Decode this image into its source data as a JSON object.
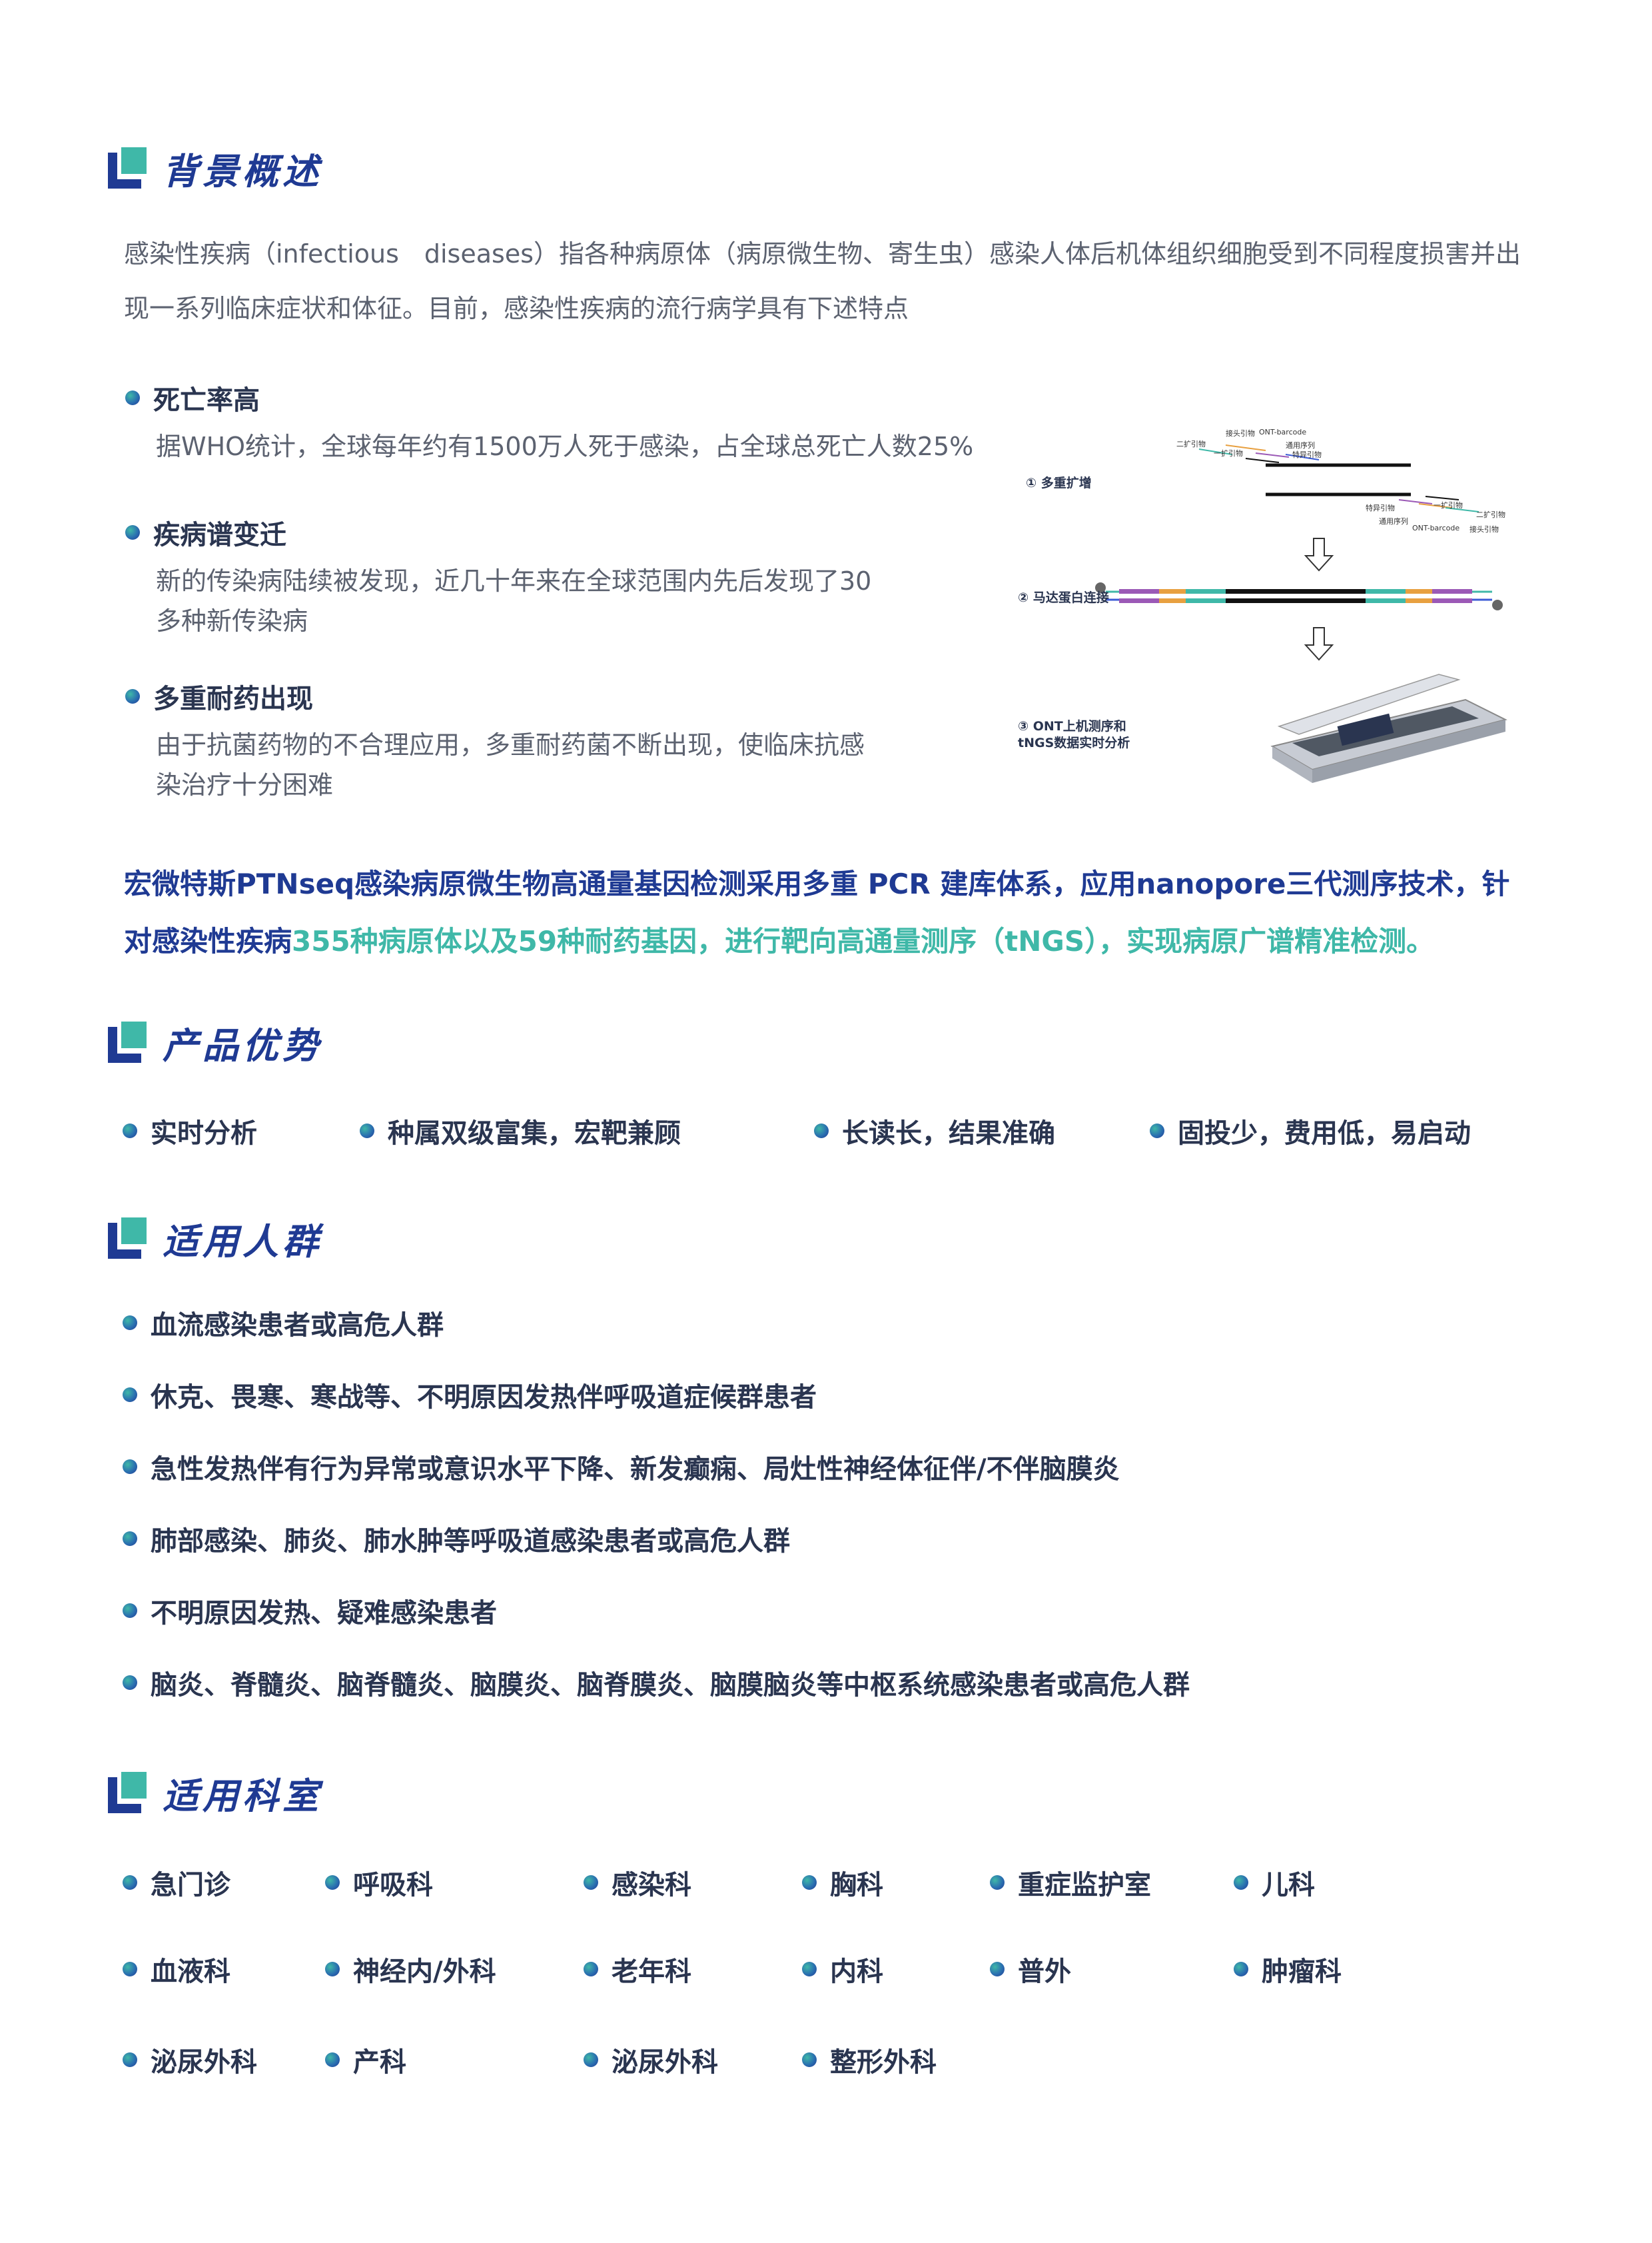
{
  "sections": {
    "background": {
      "title": "背景概述"
    },
    "advantages": {
      "title": "产品优势"
    },
    "population": {
      "title": "适用人群"
    },
    "departments": {
      "title": "适用科室"
    }
  },
  "intro": {
    "line1": "感染性疾病（infectious　diseases）指各种病原体（病原微生物、寄生虫）感染人体后机体组织细胞受到不同程度损害并出",
    "line2": "现一系列临床症状和体征。目前，感染性疾病的流行病学具有下述特点"
  },
  "features": [
    {
      "title": "死亡率高",
      "desc_lines": [
        "据WHO统计，全球每年约有1500万人死于感染，占全球总死亡人数25%"
      ]
    },
    {
      "title": "疾病谱变迁",
      "desc_lines": [
        "新的传染病陆续被发现，近几十年来在全球范围内先后发现了30",
        "多种新传染病"
      ]
    },
    {
      "title": "多重耐药出现",
      "desc_lines": [
        "由于抗菌药物的不合理应用，多重耐药菌不断出现，使临床抗感",
        "染治疗十分困难"
      ]
    }
  ],
  "diagram": {
    "steps": [
      "① 多重扩增",
      "② 马达蛋白连接",
      "③ ONT上机测序和",
      "tNGS数据实时分析"
    ],
    "labels": {
      "lead_primer": "接头引物",
      "ont_barcode": "ONT-barcode",
      "universal": "通用序列",
      "specific": "特异引物",
      "second_primer": "二扩引物",
      "first_primer": "一扩引物"
    }
  },
  "highlight": {
    "part1": "宏微特斯PTNseq感染病原微生物高通量基因检测采用多重 PCR 建库体系，应用nanopore三代测序技术，针",
    "part2": "对感染性疾病",
    "part3": "355种病原体以及59种耐药基因，进行靶向高通量测序（tNGS），实现病原广谱精准检测。"
  },
  "advantages": [
    "实时分析",
    "种属双级富集，宏靶兼顾",
    "长读长，结果准确",
    "固投少，费用低，易启动"
  ],
  "population": [
    "血流感染患者或高危人群",
    "休克、畏寒、寒战等、不明原因发热伴呼吸道症候群患者",
    "急性发热伴有行为异常或意识水平下降、新发癫痫、局灶性神经体征伴/不伴脑膜炎",
    "肺部感染、肺炎、肺水肿等呼吸道感染患者或高危人群",
    "不明原因发热、疑难感染患者",
    "脑炎、脊髓炎、脑脊髓炎、脑膜炎、脑脊膜炎、脑膜脑炎等中枢系统感染患者或高危人群"
  ],
  "departments": [
    [
      "急门诊",
      "呼吸科",
      "感染科",
      "胸科",
      "重症监护室",
      "儿科"
    ],
    [
      "血液科",
      "神经内/外科",
      "老年科",
      "内科",
      "普外",
      "肿瘤科"
    ],
    [
      "泌尿外科",
      "产科",
      "泌尿外科",
      "整形外科"
    ]
  ],
  "colors": {
    "navy": "#1f3a93",
    "teal": "#3fb8a8",
    "text": "#5c6270"
  }
}
